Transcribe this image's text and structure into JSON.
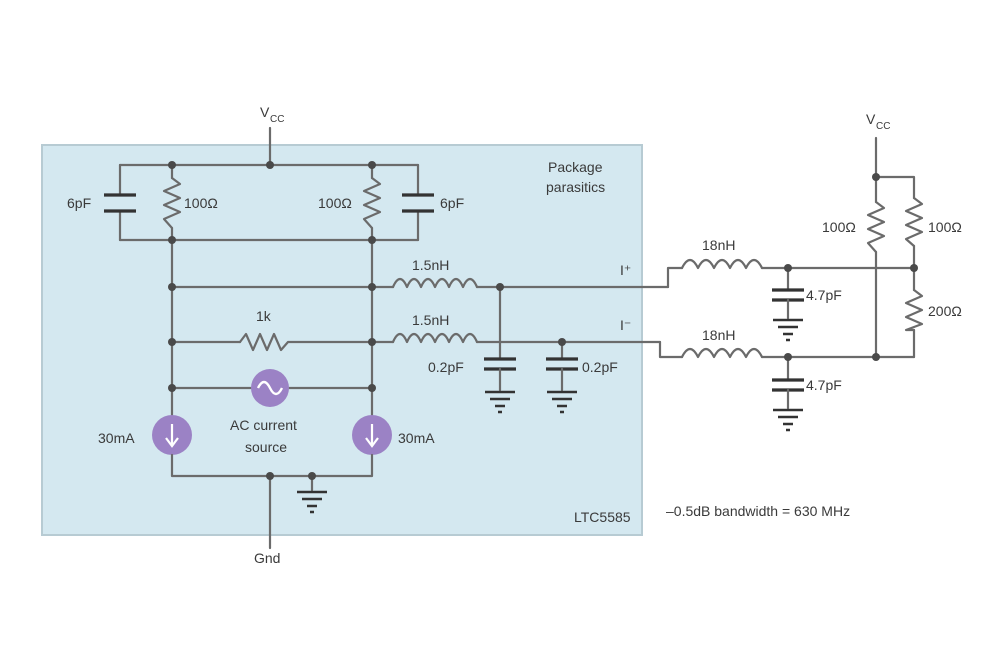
{
  "colors": {
    "package_fill": "#d4e8f0",
    "package_border": "#b7cbd3",
    "wire": "#6b6b6b",
    "source_fill": "#9b82c5",
    "source_dark": "#6b56a0"
  },
  "labels": {
    "vcc_main": "V",
    "vcc_main_sub": "CC",
    "vcc_load": "V",
    "vcc_load_sub": "CC",
    "package_parasitics_line1": "Package",
    "package_parasitics_line2": "parasitics",
    "cap_left": "6pF",
    "res_left": "100Ω",
    "res_right": "100Ω",
    "cap_right": "6pF",
    "ind_top": "1.5nH",
    "res_mid": "1k",
    "ind_bottom": "1.5nH",
    "cap_p1": "0.2pF",
    "cap_p2": "0.2pF",
    "ac_source_line1": "AC current",
    "ac_source_line2": "source",
    "current_left": "30mA",
    "current_right": "30mA",
    "chip": "LTC5585",
    "gnd": "Gnd",
    "i_plus": "I⁺",
    "i_minus": "I⁻",
    "ind_ext_top": "18nH",
    "ind_ext_bottom": "18nH",
    "cap_ext_top": "4.7pF",
    "cap_ext_bottom": "4.7pF",
    "res_load_left": "100Ω",
    "res_load_right": "100Ω",
    "res_load_bottom": "200Ω",
    "bandwidth": "–0.5dB bandwidth = 630 MHz"
  }
}
